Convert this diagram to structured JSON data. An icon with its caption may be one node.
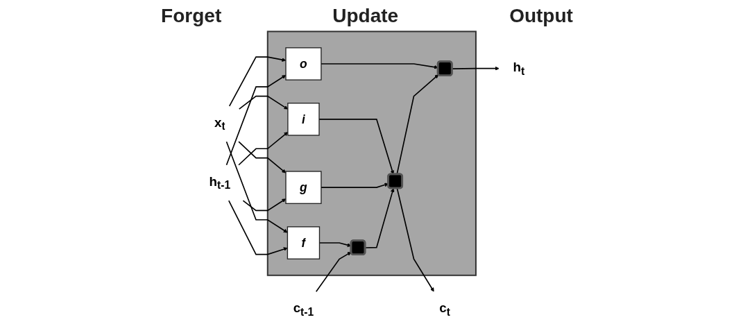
{
  "diagram": {
    "nodes": [
      {
        "text": [],
        "shape": "box"
      },
      {
        "text": [
          "c$_{t-1}$"
        ]
      },
      {
        "text": [
          "h$_{t-1}$"
        ]
      },
      {
        "text": [
          "x$_{t}$"
        ]
      },
      {
        "text": [],
        "shape": "box",
        "in": 0
      },
      {
        "text": [],
        "shape": "box",
        "in": 0
      },
      {
        "text": [
          "f"
        ],
        "in": 0
      },
      {
        "text": [
          "g"
        ],
        "in": 0
      },
      {
        "text": [
          "i"
        ],
        "in": 0
      },
      {
        "text": [
          "o"
        ],
        "in": 0
      },
      {
        "text": [],
        "shape": "box",
        "in": 0
      },
      {
        "text": [
          "c$_{t}$"
        ]
      },
      {
        "text": [
          "h$_{t}$"
        ]
      }
    ],
    "edges": [
      {
        "from": 1,
        "to": 4,
        "arrow": "to"
      },
      {
        "from": 4,
        "to": 5,
        "arrow": "to"
      },
      {
        "from": 5,
        "to": 11,
        "arrow": "to"
      },
      {
        "from": 5,
        "to": 10,
        "arrow": "to"
      },
      {
        "from": 6,
        "to": 4,
        "arrow": "to"
      },
      {
        "from": 7,
        "to": 5,
        "arrow": "to"
      },
      {
        "from": 8,
        "to": 5,
        "arrow": "to"
      },
      {
        "from": 9,
        "to": 10,
        "arrow": "to"
      },
      {
        "from": 10,
        "to": 12,
        "arrow": "to"
      },
      {
        "from": 2,
        "to": 6,
        "arrow": "to"
      },
      {
        "from": 2,
        "to": 7,
        "arrow": "to"
      },
      {
        "from": 2,
        "to": 8,
        "arrow": "to"
      },
      {
        "from": 2,
        "to": 9,
        "arrow": "to"
      },
      {
        "from": 3,
        "to": 6,
        "arrow": "to"
      },
      {
        "from": 3,
        "to": 7,
        "arrow": "to"
      },
      {
        "from": 3,
        "to": 8,
        "arrow": "to"
      },
      {
        "from": 3,
        "to": 9,
        "arrow": "to"
      }
    ],
    "labels": [
      "Forget",
      "Update",
      "Output"
    ]
  }
}
